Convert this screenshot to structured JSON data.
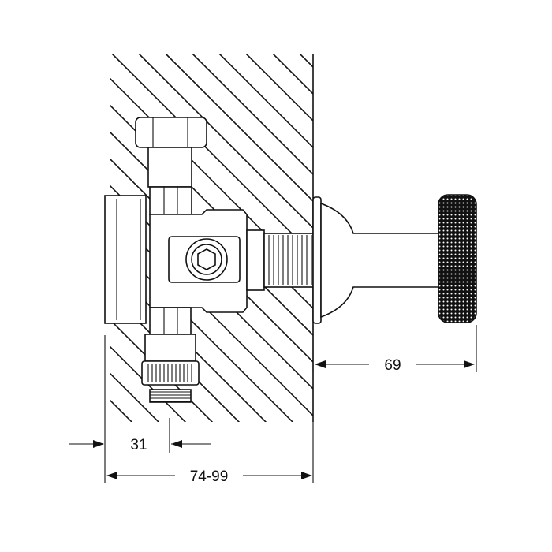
{
  "dimensions": {
    "handle_projection": "69",
    "body_offset": "31",
    "wall_depth_range": "74-99"
  },
  "colors": {
    "line": "#111111",
    "background": "#ffffff"
  }
}
